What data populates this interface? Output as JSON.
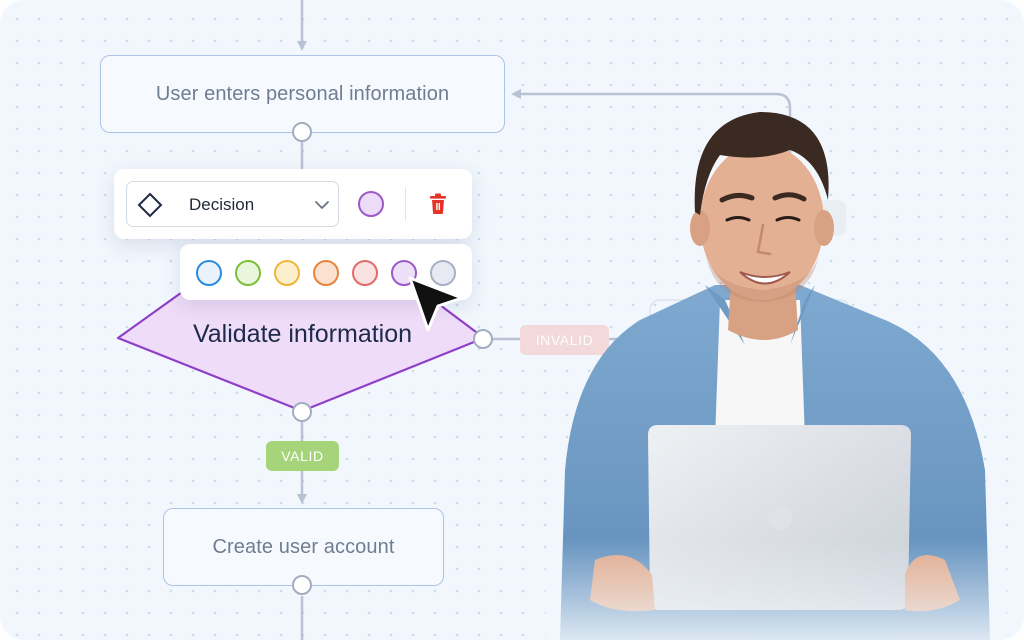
{
  "flowchart": {
    "nodes": [
      {
        "label": "User enters personal information"
      },
      {
        "label": "Validate information"
      },
      {
        "label": "Create user account"
      }
    ],
    "branches": {
      "valid_label": "VALID",
      "invalid_label": "INVALID"
    }
  },
  "toolbar": {
    "shape_type": "Decision",
    "shape_icon": "diamond-icon",
    "dropdown_icon": "chevron-down-icon",
    "selected_color": "#9b59c9",
    "delete_icon": "trash-icon"
  },
  "palette": {
    "swatches": [
      {
        "name": "blue",
        "border": "#2d8ae0",
        "fill": "#eaf3fd"
      },
      {
        "name": "green",
        "border": "#7bbf3a",
        "fill": "#eaf6dc"
      },
      {
        "name": "yellow",
        "border": "#f0b43a",
        "fill": "#fcf0cc"
      },
      {
        "name": "orange",
        "border": "#e8843b",
        "fill": "#fbe1cf"
      },
      {
        "name": "red",
        "border": "#e46a6a",
        "fill": "#fbe2e2"
      },
      {
        "name": "purple",
        "border": "#9b59c9",
        "fill": "#eedff8"
      },
      {
        "name": "gray",
        "border": "#a8b0c6",
        "fill": "#e7eaf2"
      }
    ]
  },
  "colors": {
    "node_border": "#a9c4e6",
    "decision_fill": "#efdcf9",
    "decision_border": "#8f3fc8",
    "connector": "#b8c2d4"
  }
}
